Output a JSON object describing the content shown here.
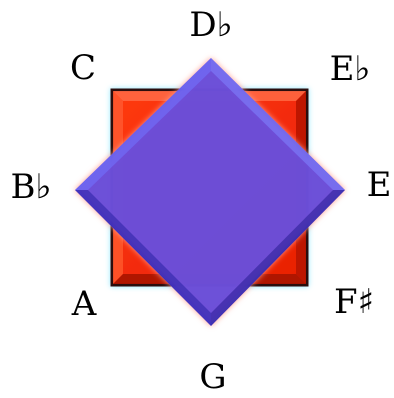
{
  "diagram": {
    "notes": {
      "top": "D♭",
      "top_left": "C",
      "top_right": "E♭",
      "left": "B♭",
      "right": "E",
      "bottom_left": "A",
      "bottom_right": "F♯",
      "bottom": "G"
    },
    "colors": {
      "square_fill": "#ff2a00",
      "square_border": "#2a0a08",
      "square_glow": "#8fe8ff",
      "diamond_fill": "#3b3bdf",
      "diamond_glow": "#ff9a8a"
    }
  }
}
